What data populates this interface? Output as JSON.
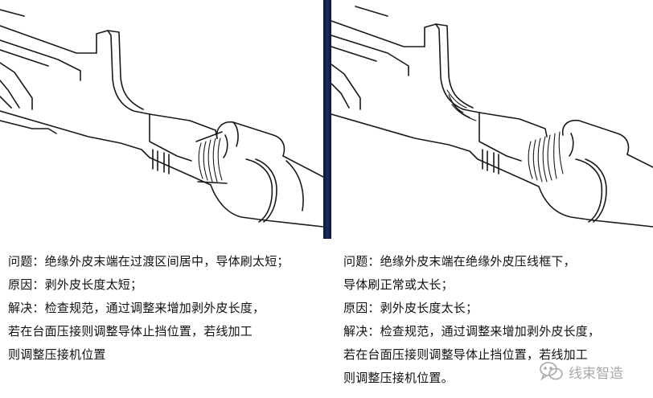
{
  "left": {
    "lines": [
      "问题：绝缘外皮末端在过渡区间居中，导体刷太短；",
      "原因：剥外皮长度太短；",
      "解决：检查规范，通过调整来增加剥外皮长度，",
      "若在台面压接则调整导体止挡位置，若线加工",
      "则调整压接机位置"
    ]
  },
  "right": {
    "lines": [
      "问题：绝缘外皮末端在绝缘外皮压线框下，",
      "导体刷正常或太长；",
      "原因：剥外皮长度太长；",
      "解决：检查规范，通过调整来增加剥外皮长度，",
      "若在台面压接则调整导体止挡位置，若线加工",
      "则调整压接机位置。"
    ]
  },
  "watermark": {
    "icon": "wechat-icon",
    "text": "线束智造"
  }
}
